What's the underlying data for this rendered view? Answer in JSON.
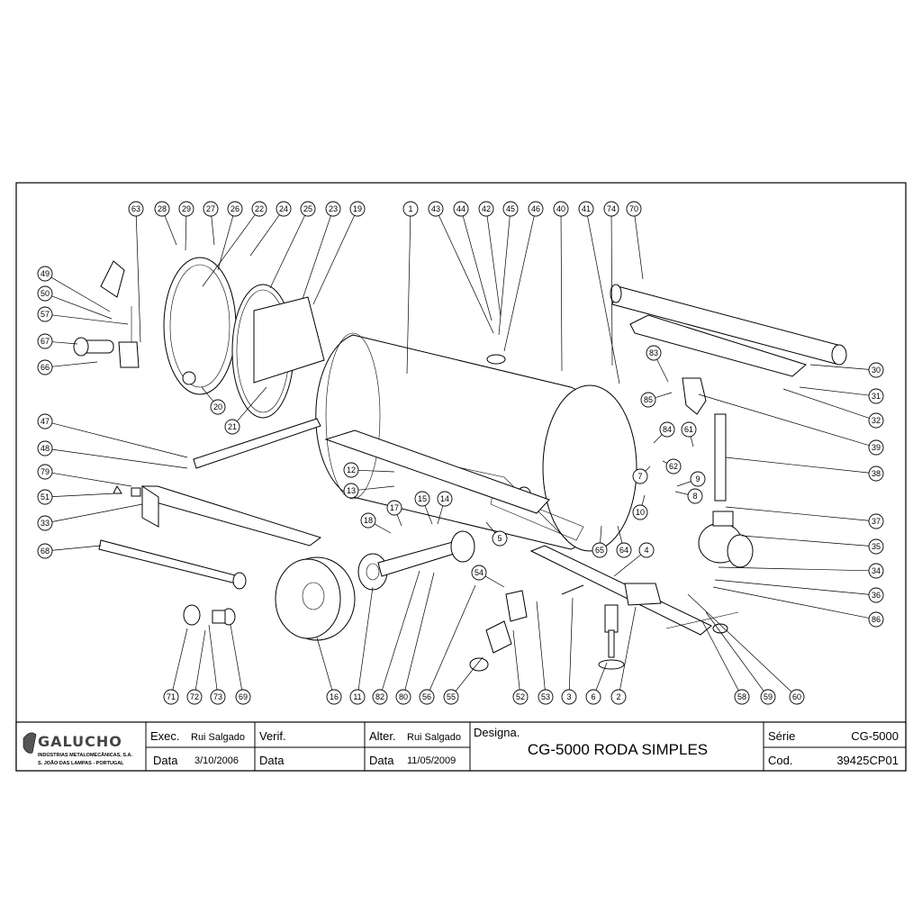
{
  "drawing": {
    "callouts": [
      "63",
      "28",
      "29",
      "27",
      "26",
      "22",
      "24",
      "25",
      "23",
      "19",
      "1",
      "43",
      "44",
      "42",
      "45",
      "46",
      "40",
      "41",
      "74",
      "70",
      "49",
      "50",
      "57",
      "67",
      "66",
      "20",
      "21",
      "30",
      "31",
      "32",
      "39",
      "38",
      "37",
      "35",
      "34",
      "36",
      "86",
      "83",
      "85",
      "84",
      "61",
      "62",
      "7",
      "9",
      "8",
      "10",
      "47",
      "48",
      "12",
      "13",
      "15",
      "14",
      "17",
      "18",
      "5",
      "65",
      "64",
      "4",
      "79",
      "51",
      "33",
      "68",
      "54",
      "16",
      "11",
      "82",
      "80",
      "56",
      "55",
      "52",
      "53",
      "3",
      "6",
      "2",
      "58",
      "59",
      "60",
      "71",
      "72",
      "73",
      "69"
    ]
  },
  "title_block": {
    "company": {
      "name": "GALUCHO",
      "line1": "INDÚSTRIAS METALOMECÂNICAS, S.A.",
      "line2": "S. JOÃO DAS LAMPAS - PORTUGAL"
    },
    "exec_label": "Exec.",
    "exec_value": "Rui Salgado",
    "data_label": "Data",
    "exec_date": "3/10/2006",
    "verif_label": "Verif.",
    "verif_data_label": "Data",
    "alter_label": "Alter.",
    "alter_value": "Rui Salgado",
    "alter_data_label": "Data",
    "alter_date": "11/05/2009",
    "designa_label": "Designa.",
    "designa_value": "CG-5000 RODA SIMPLES",
    "serie_label": "Série",
    "serie_value": "CG-5000",
    "cod_label": "Cod.",
    "cod_value": "39425CP01"
  }
}
